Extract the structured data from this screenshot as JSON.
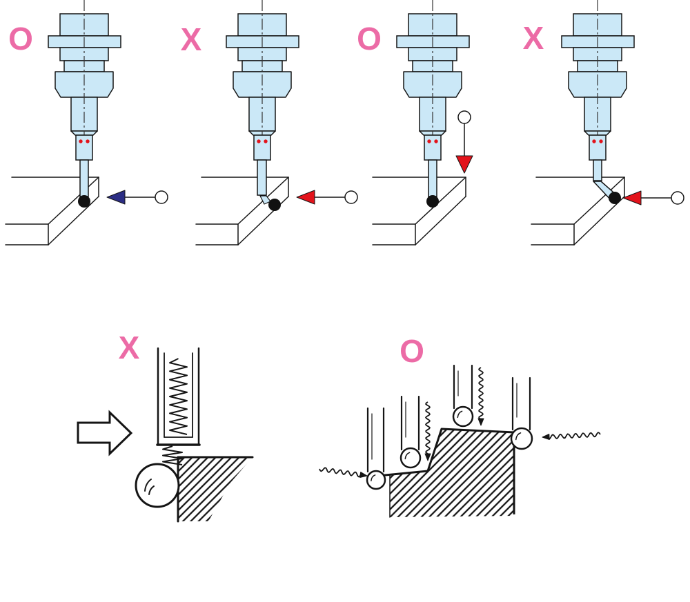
{
  "labels": {
    "top": [
      "O",
      "X",
      "O",
      "X"
    ],
    "bottom": [
      "X",
      "O"
    ]
  },
  "colors": {
    "label": "#ec6ba6",
    "probe_body": "#cbe8f7",
    "ink": "#151515",
    "arrow_blue": "#2b2d84",
    "arrow_red": "#e3131b",
    "stylus_dots": "#e3131b",
    "ball": "#111111",
    "paper": "#ffffff"
  }
}
